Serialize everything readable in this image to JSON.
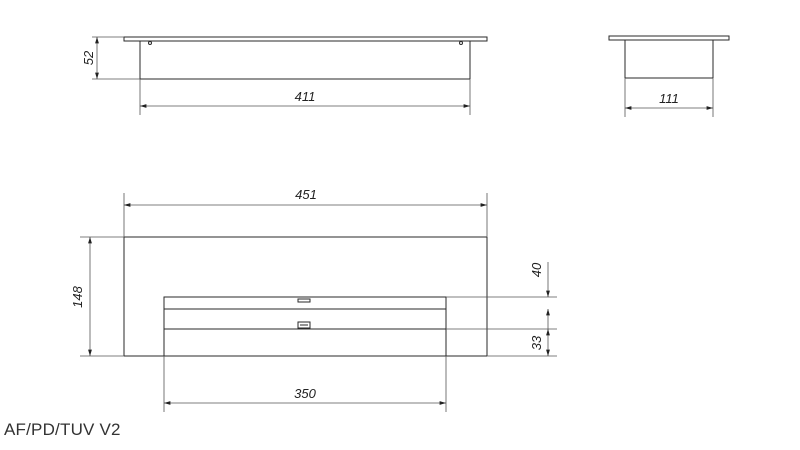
{
  "model": "AF/PD/TUV V2",
  "dimensions": {
    "top_height": "52",
    "top_length": "411",
    "side_width": "111",
    "front_width": "451",
    "front_height": "148",
    "opening_width": "350",
    "upper_gap": "40",
    "lower_gap": "33"
  },
  "colors": {
    "line": "#2a2a2a",
    "text": "#222222"
  }
}
